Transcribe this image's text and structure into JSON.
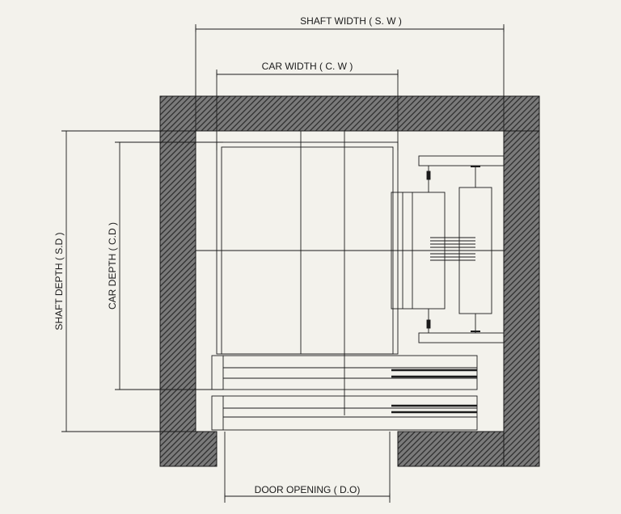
{
  "labels": {
    "shaft_width": "SHAFT WIDTH ( S. W )",
    "car_width": "CAR WIDTH ( C. W )",
    "shaft_depth": "SHAFT DEPTH ( S.D )",
    "car_depth": "CAR DEPTH ( C.D )",
    "door_opening": "DOOR OPENING ( D.O)"
  },
  "colors": {
    "background": "#f3f2ec",
    "wall_hatch": "#4a4a4a",
    "line": "#1b1b1b"
  }
}
